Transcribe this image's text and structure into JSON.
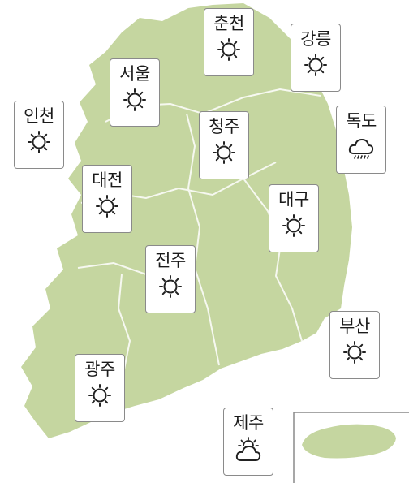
{
  "map": {
    "land_color": "#c5d6a0",
    "border_color": "#ffffff",
    "inset_frame_color": "#8a8a8a"
  },
  "cities": [
    {
      "id": "chuncheon",
      "name": "춘천",
      "weather_icon": "sunny-icon"
    },
    {
      "id": "gangneung",
      "name": "강릉",
      "weather_icon": "sunny-icon"
    },
    {
      "id": "seoul",
      "name": "서울",
      "weather_icon": "sunny-icon"
    },
    {
      "id": "incheon",
      "name": "인천",
      "weather_icon": "sunny-icon"
    },
    {
      "id": "cheongju",
      "name": "청주",
      "weather_icon": "sunny-icon"
    },
    {
      "id": "dokdo",
      "name": "독도",
      "weather_icon": "cloud-rain-icon"
    },
    {
      "id": "daejeon",
      "name": "대전",
      "weather_icon": "sunny-icon"
    },
    {
      "id": "daegu",
      "name": "대구",
      "weather_icon": "sunny-icon"
    },
    {
      "id": "jeonju",
      "name": "전주",
      "weather_icon": "sunny-icon"
    },
    {
      "id": "busan",
      "name": "부산",
      "weather_icon": "sunny-icon"
    },
    {
      "id": "gwangju",
      "name": "광주",
      "weather_icon": "sunny-icon"
    },
    {
      "id": "jeju",
      "name": "제주",
      "weather_icon": "partly-cloudy-icon"
    }
  ]
}
